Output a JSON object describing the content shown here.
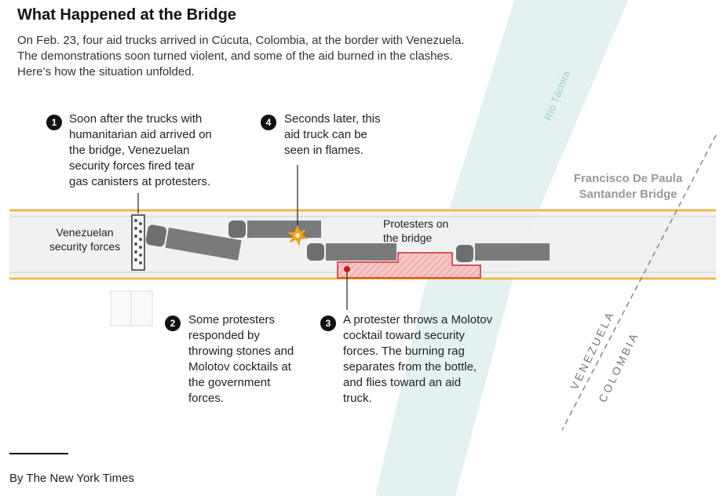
{
  "title": "What Happened at the Bridge",
  "intro": [
    "On Feb. 23, four aid trucks arrived in Cúcuta, Colombia, at the border with Venezuela.",
    "The demonstrations soon turned violent, and some of the aid burned in the clashes.",
    "Here’s how the situation unfolded."
  ],
  "annotations": [
    {
      "number": "1",
      "lines": [
        "Soon after the trucks with",
        "humanitarian aid arrived on",
        "the bridge, Venezuelan",
        "security forces fired tear",
        "gas canisters at protesters."
      ]
    },
    {
      "number": "4",
      "lines": [
        "Seconds later, this",
        "aid truck can be",
        "seen in flames."
      ]
    },
    {
      "number": "2",
      "lines": [
        "Some protesters",
        "responded by",
        "throwing stones and",
        "Molotov cocktails at",
        "the government",
        "forces."
      ]
    },
    {
      "number": "3",
      "lines": [
        "A protester throws a Molotov",
        "cocktail toward security",
        "forces. The burning rag",
        "separates from the bottle,",
        "and flies toward an aid",
        "truck."
      ]
    }
  ],
  "labels": {
    "security_forces": [
      "Venezuelan",
      "security forces"
    ],
    "protesters": [
      "Protesters on",
      "the bridge"
    ],
    "bridge_name": [
      "Francisco De Paula",
      "Santander Bridge"
    ],
    "river": "Río Táchira",
    "venezuela": "VENEZUELA",
    "colombia": "COLOMBIA"
  },
  "colors": {
    "bridge": "#f2f2f2",
    "bridge_edge": "#f5b330",
    "river": "#e3f2f1",
    "truck": "#777777",
    "protester_zone": "#f7c6c6",
    "protester_edge": "#cc2d2d"
  },
  "credit": "By The New York Times"
}
